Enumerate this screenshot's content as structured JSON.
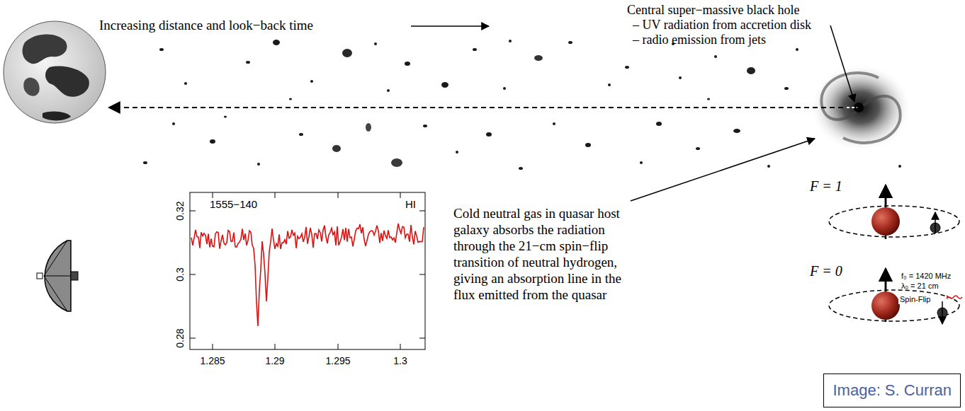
{
  "diagram": {
    "nodes": [
      {
        "text": [
          "Image: S. Curran"
        ]
      }
    ],
    "edges": [],
    "labels": [
      "Increasing distance and look−back time",
      "Central super−massive black hole",
      "– UV radiation from accretion disk",
      "– radio emission from jets",
      "1555−140",
      "HI",
      "0.32",
      "0.3",
      "0.28",
      "1.285",
      "1.29",
      "1.295",
      "1.3",
      "Cold neutral gas in quasar host galaxy absorbs the radiation through the 21−cm spin−flip transition of neutral hydrogen, giving an absorption line in the flux emitted from the quasar",
      "F = 1",
      "F = 0",
      "f₀ = 1420 MHz",
      "λ₀ = 21 cm",
      "Spin-Flip"
    ]
  }
}
